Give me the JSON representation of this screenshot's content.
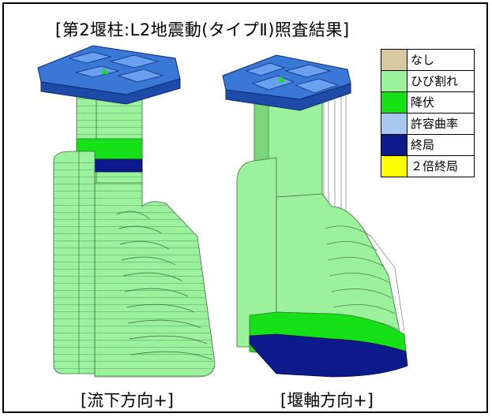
{
  "title": "[第2堰柱:L2地震動(タイプⅡ)照査結果]",
  "captions": {
    "left": "[流下方向+]",
    "right": "[堰軸方向+]"
  },
  "legend": [
    {
      "label": "なし",
      "color": "#d9c99e"
    },
    {
      "label": "ひび割れ",
      "color": "#9cf29c"
    },
    {
      "label": "降伏",
      "color": "#16e016"
    },
    {
      "label": "許容曲率",
      "color": "#a8c8f0"
    },
    {
      "label": "終局",
      "color": "#0c1a8c"
    },
    {
      "label": "２倍終局",
      "color": "#ffff00"
    }
  ],
  "colors": {
    "crack": "#9cf29c",
    "yield": "#16e016",
    "ultimate": "#0c1a8c",
    "cap": "#3a78d8"
  }
}
